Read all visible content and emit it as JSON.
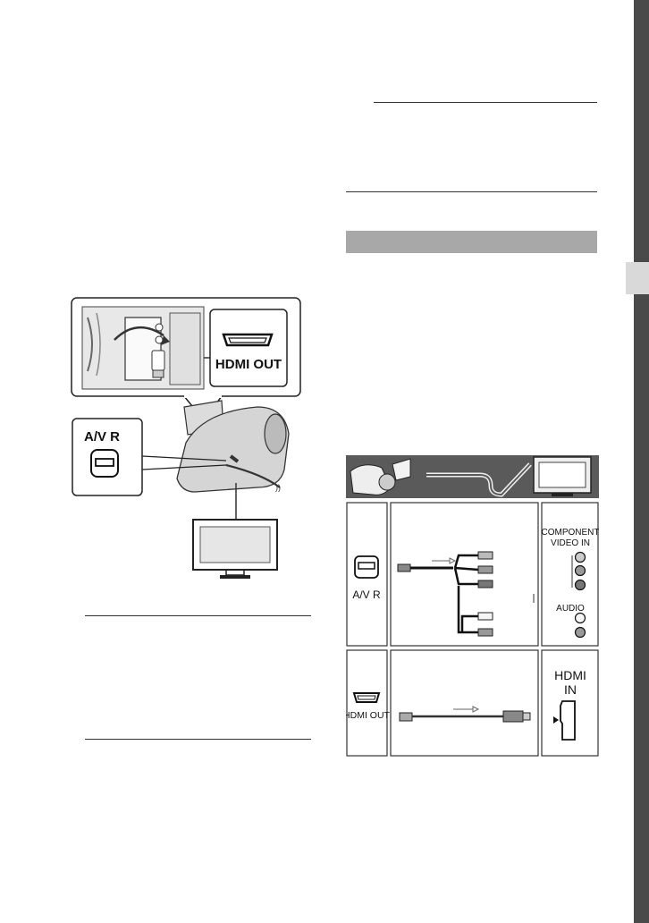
{
  "left_figure": {
    "port_hdmi_label": "HDMI OUT",
    "port_av_label": "A/V R"
  },
  "connection_table": {
    "av_port_label": "A/V  R",
    "component_label_line1": "COMPONENT",
    "component_label_line2": "VIDEO IN",
    "audio_label": "AUDIO",
    "hdmi_port_label": "HDMI OUT",
    "hdmi_in_line1": "HDMI",
    "hdmi_in_line2": "IN"
  },
  "colors": {
    "sidebar": "#4a4a4a",
    "tab_marker": "#d9d9d9",
    "section_bar": "#a8a8a8",
    "table_header": "#5a5a5a"
  }
}
